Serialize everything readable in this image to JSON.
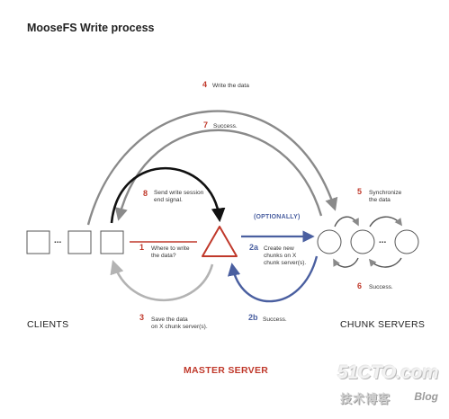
{
  "title": "MooseFS Write process",
  "steps": {
    "s1": {
      "num": "1",
      "line1": "Where to write",
      "line2": "the data?"
    },
    "s2a": {
      "num": "2a",
      "line1": "Create new",
      "line2": "chunks on X",
      "line3": "chunk server(s)."
    },
    "s2b": {
      "num": "2b",
      "line1": "Success."
    },
    "s3": {
      "num": "3",
      "line1": "Save the data",
      "line2": "on X chunk server(s)."
    },
    "s4": {
      "num": "4",
      "line1": "Write the data"
    },
    "s5": {
      "num": "5",
      "line1": "Synchronize",
      "line2": "the data"
    },
    "s6": {
      "num": "6",
      "line1": "Success."
    },
    "s7": {
      "num": "7",
      "line1": "Success."
    },
    "s8": {
      "num": "8",
      "line1": "Send write session",
      "line2": "end signal."
    }
  },
  "optional_label": "(OPTIONALLY)",
  "dots": "...",
  "sections": {
    "clients": "CLIENTS",
    "chunk_servers": "CHUNK SERVERS",
    "master_server": "MASTER SERVER"
  },
  "watermark": {
    "logo": "51CTO.com",
    "sub": "技术博客",
    "blog": "Blog"
  },
  "colors": {
    "red": "#c0392b",
    "blue": "#4a5fa0",
    "gray": "#8a8a8a",
    "dark": "#222222"
  }
}
